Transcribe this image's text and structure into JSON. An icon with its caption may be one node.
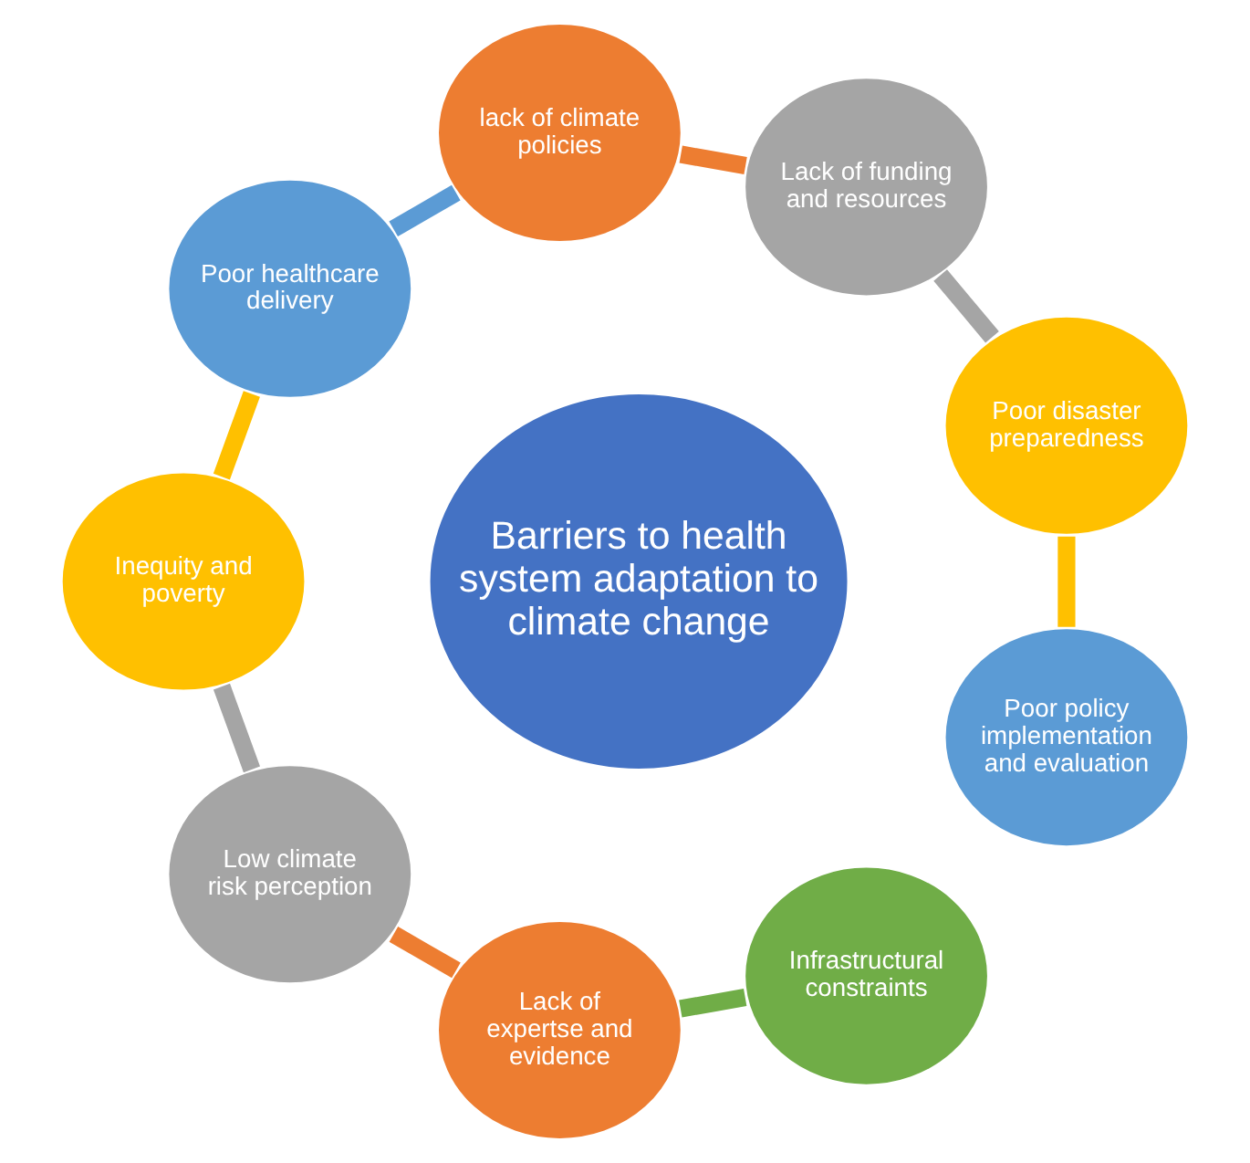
{
  "diagram": {
    "nodes": [
      {
        "text": [
          "Barriers to health system adaptation to climate change"
        ]
      },
      {
        "text": [
          "lack of climate policies"
        ]
      },
      {
        "text": [
          "Lack of funding and resources"
        ]
      },
      {
        "text": [
          "Poor disaster preparedness"
        ]
      },
      {
        "text": [
          "Poor policy implementation and evaluation"
        ]
      },
      {
        "text": [
          "Infrastructural constraints"
        ]
      },
      {
        "text": [
          "Lack of expertse and evidence"
        ]
      },
      {
        "text": [
          "Low climate risk perception"
        ]
      },
      {
        "text": [
          "Inequity and poverty"
        ]
      },
      {
        "text": [
          "Poor healthcare delivery"
        ]
      }
    ],
    "edges": [
      {
        "from": 1,
        "to": 2,
        "arrow": "none",
        "color": "#ed7d31"
      },
      {
        "from": 2,
        "to": 3,
        "arrow": "none",
        "color": "#a5a5a5"
      },
      {
        "from": 3,
        "to": 4,
        "arrow": "none",
        "color": "#ffc000"
      },
      {
        "from": 5,
        "to": 6,
        "arrow": "none",
        "color": "#70ad47"
      },
      {
        "from": 6,
        "to": 7,
        "arrow": "none",
        "color": "#ed7d31"
      },
      {
        "from": 7,
        "to": 8,
        "arrow": "none",
        "color": "#a5a5a5"
      },
      {
        "from": 8,
        "to": 9,
        "arrow": "none",
        "color": "#ffc000"
      },
      {
        "from": 9,
        "to": 1,
        "arrow": "none",
        "color": "#5b9bd5"
      }
    ]
  }
}
